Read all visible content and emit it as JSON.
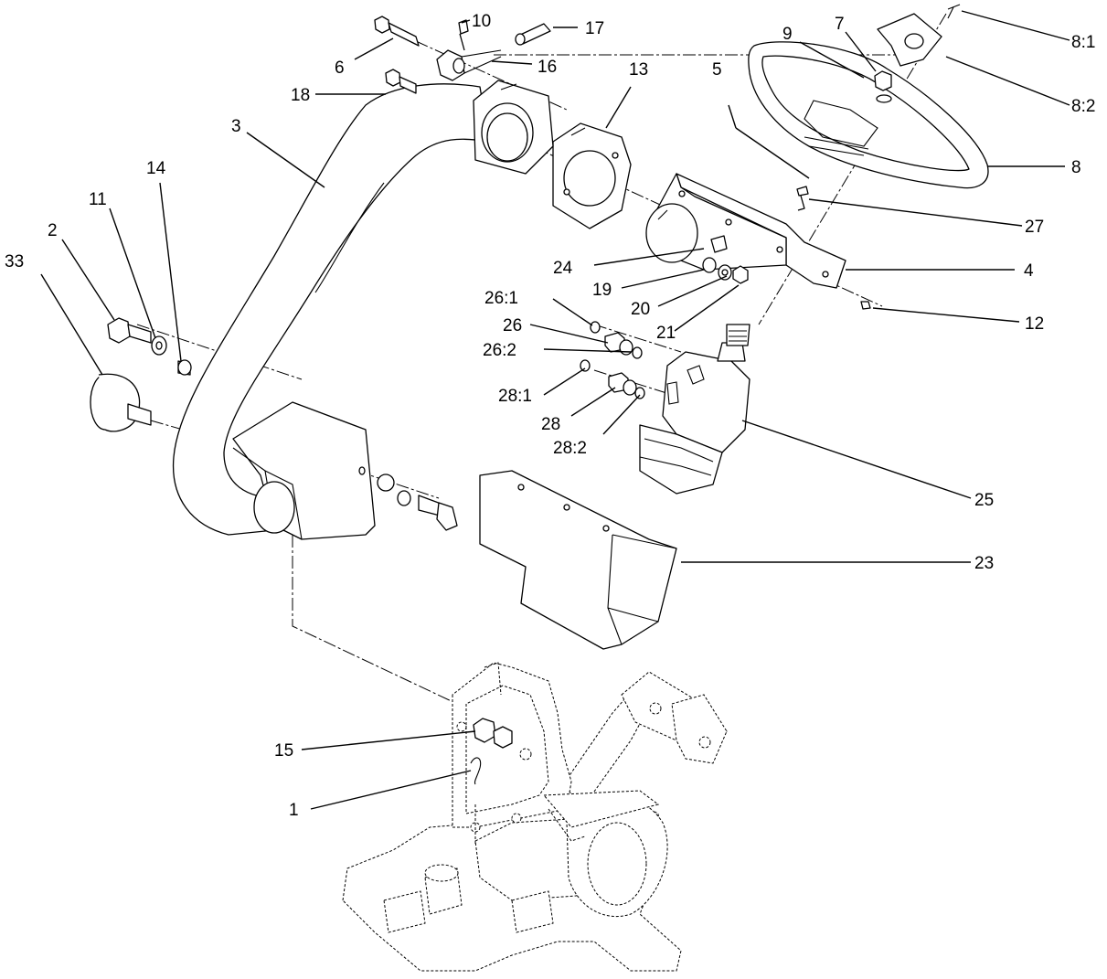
{
  "callouts": [
    {
      "id": "1",
      "label": "1"
    },
    {
      "id": "2",
      "label": "2"
    },
    {
      "id": "3",
      "label": "3"
    },
    {
      "id": "4",
      "label": "4"
    },
    {
      "id": "5",
      "label": "5"
    },
    {
      "id": "6",
      "label": "6"
    },
    {
      "id": "7",
      "label": "7"
    },
    {
      "id": "8",
      "label": "8"
    },
    {
      "id": "8-1",
      "label": "8:1"
    },
    {
      "id": "8-2",
      "label": "8:2"
    },
    {
      "id": "9",
      "label": "9"
    },
    {
      "id": "10",
      "label": "10"
    },
    {
      "id": "11",
      "label": "11"
    },
    {
      "id": "12",
      "label": "12"
    },
    {
      "id": "13",
      "label": "13"
    },
    {
      "id": "14",
      "label": "14"
    },
    {
      "id": "15",
      "label": "15"
    },
    {
      "id": "16",
      "label": "16"
    },
    {
      "id": "17",
      "label": "17"
    },
    {
      "id": "18",
      "label": "18"
    },
    {
      "id": "19",
      "label": "19"
    },
    {
      "id": "20",
      "label": "20"
    },
    {
      "id": "21",
      "label": "21"
    },
    {
      "id": "23",
      "label": "23"
    },
    {
      "id": "24",
      "label": "24"
    },
    {
      "id": "25",
      "label": "25"
    },
    {
      "id": "26",
      "label": "26"
    },
    {
      "id": "26-1",
      "label": "26:1"
    },
    {
      "id": "26-2",
      "label": "26:2"
    },
    {
      "id": "27",
      "label": "27"
    },
    {
      "id": "28",
      "label": "28"
    },
    {
      "id": "28-1",
      "label": "28:1"
    },
    {
      "id": "28-2",
      "label": "28:2"
    },
    {
      "id": "33",
      "label": "33"
    }
  ]
}
